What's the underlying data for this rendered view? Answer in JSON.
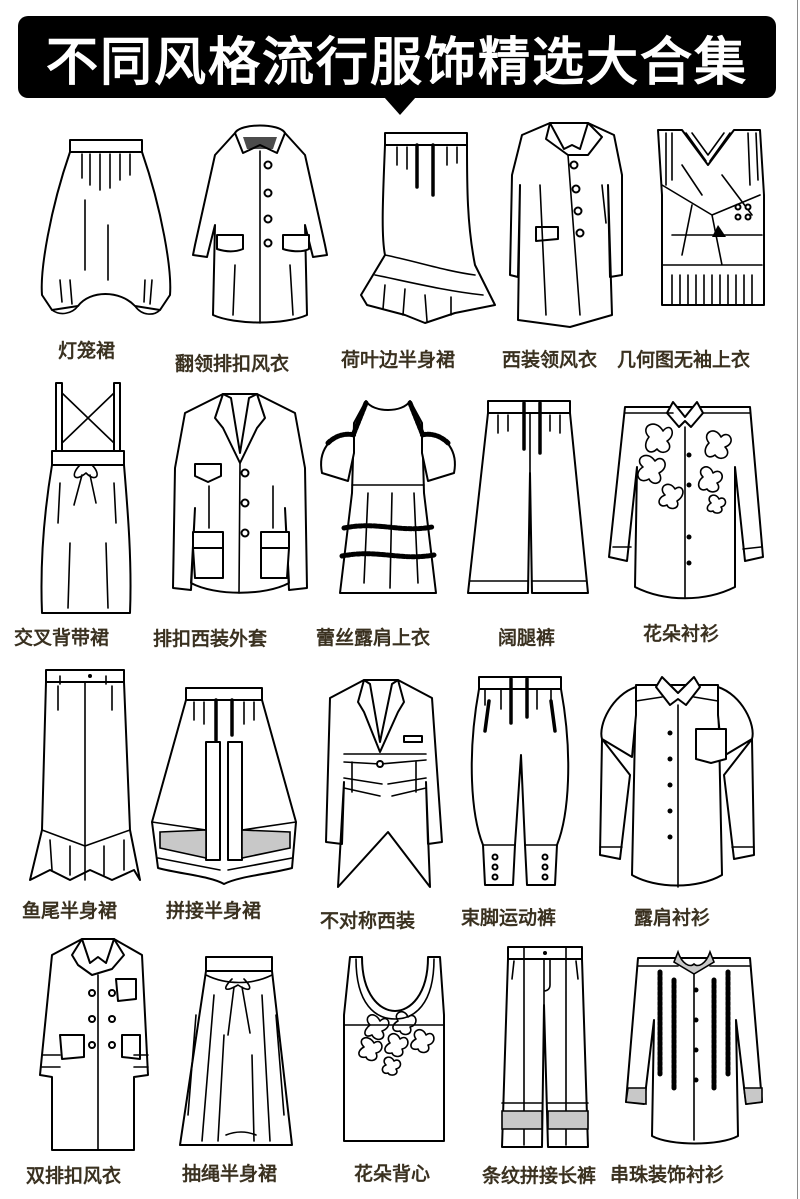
{
  "header": {
    "title": "不同风格流行服饰精选大合集"
  },
  "colors": {
    "banner_bg": "#000000",
    "banner_text": "#ffffff",
    "label_text": "#3a3120",
    "accent_gray": "#c8c8c8"
  },
  "garments": [
    {
      "label": "灯笼裙",
      "icon": "lantern-skirt-icon"
    },
    {
      "label": "翻领排扣风衣",
      "icon": "lapel-button-trench-coat-icon"
    },
    {
      "label": "荷叶边半身裙",
      "icon": "ruffle-hem-skirt-icon"
    },
    {
      "label": "西装领风衣",
      "icon": "suit-collar-trench-coat-icon"
    },
    {
      "label": "几何图无袖上衣",
      "icon": "geometric-sleeveless-top-icon"
    },
    {
      "label": "交叉背带裙",
      "icon": "cross-strap-skirt-icon"
    },
    {
      "label": "排扣西装外套",
      "icon": "buttoned-blazer-icon"
    },
    {
      "label": "蕾丝露肩上衣",
      "icon": "lace-cold-shoulder-top-icon"
    },
    {
      "label": "阔腿裤",
      "icon": "wide-leg-pants-icon"
    },
    {
      "label": "花朵衬衫",
      "icon": "flower-shirt-icon"
    },
    {
      "label": "鱼尾半身裙",
      "icon": "mermaid-skirt-icon"
    },
    {
      "label": "拼接半身裙",
      "icon": "patchwork-skirt-icon"
    },
    {
      "label": "不对称西装",
      "icon": "asymmetric-suit-icon"
    },
    {
      "label": "束脚运动裤",
      "icon": "jogger-pants-icon"
    },
    {
      "label": "露肩衬衫",
      "icon": "cold-shoulder-shirt-icon"
    },
    {
      "label": "双排扣风衣",
      "icon": "double-breasted-trench-coat-icon"
    },
    {
      "label": "抽绳半身裙",
      "icon": "drawstring-skirt-icon"
    },
    {
      "label": "花朵背心",
      "icon": "flower-vest-icon"
    },
    {
      "label": "条纹拼接长裤",
      "icon": "striped-patchwork-pants-icon"
    },
    {
      "label": "串珠装饰衬衫",
      "icon": "beaded-shirt-icon"
    }
  ]
}
